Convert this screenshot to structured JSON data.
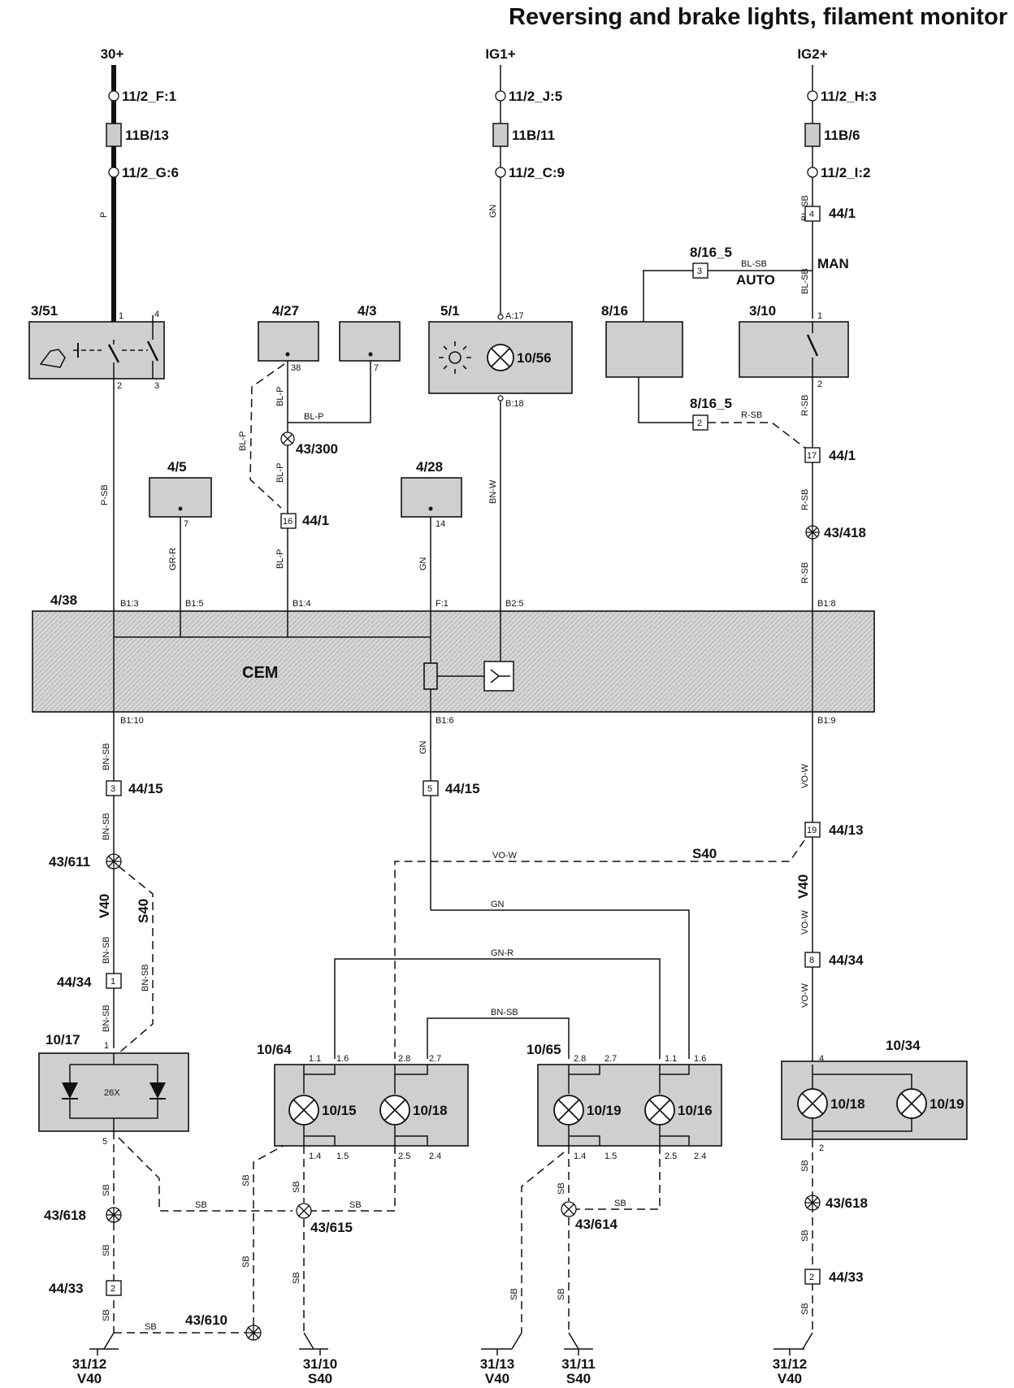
{
  "title": "Reversing and brake lights, filament monitor",
  "supplies": {
    "s30": "30+",
    "ig1": "IG1+",
    "ig2": "IG2+"
  },
  "terminals": {
    "t11_2_F1": "11/2_F:1",
    "t11B_13": "11B/13",
    "t11_2_G6": "11/2_G:6",
    "t11_2_J5": "11/2_J:5",
    "t11B_11": "11B/11",
    "t11_2_C9": "11/2_C:9",
    "t11_2_H3": "11/2_H:3",
    "t11B_6": "11B/6",
    "t11_2_I2": "11/2_I:2"
  },
  "components": {
    "c3_51": "3/51",
    "c4_27": "4/27",
    "c4_3": "4/3",
    "c5_1": "5/1",
    "c8_16": "8/16",
    "c3_10": "3/10",
    "c4_5": "4/5",
    "c4_28": "4/28",
    "c4_38": "4/38",
    "cem": "CEM",
    "c10_56": "10/56",
    "c10_17": "10/17",
    "c10_64": "10/64",
    "c10_65": "10/65",
    "c10_34": "10/34",
    "b10_15": "10/15",
    "b10_18": "10/18",
    "b10_19": "10/19",
    "b10_16": "10/16",
    "b10_18b": "10/18",
    "b10_19b": "10/19",
    "diode_label": "26X"
  },
  "connectors": {
    "k44_1a": "44/1",
    "k8_16_5a": "8/16_5",
    "k8_16_5b": "8/16_5",
    "k44_1b": "44/1",
    "k44_1c": "44/1",
    "k44_15a": "44/15",
    "k44_15b": "44/15",
    "k44_13": "44/13",
    "k44_34a": "44/34",
    "k44_34b": "44/34",
    "k44_33a": "44/33",
    "k44_33b": "44/33",
    "pin_4": "4",
    "pin_3": "3",
    "pin_2": "2",
    "pin_17": "17",
    "pin_16": "16",
    "pin_3b": "3",
    "pin_5": "5",
    "pin_19": "19",
    "pin_1": "1",
    "pin_8": "8",
    "pin_2b": "2",
    "pin_2c": "2"
  },
  "splices": {
    "s43_300": "43/300",
    "s43_418": "43/418",
    "s43_611": "43/611",
    "s43_618a": "43/618",
    "s43_615": "43/615",
    "s43_614": "43/614",
    "s43_610": "43/610",
    "s43_618b": "43/618"
  },
  "grounds": {
    "g31_12a": "31/12",
    "g31_12a_v": "V40",
    "g31_10": "31/10",
    "g31_10_v": "S40",
    "g31_13": "31/13",
    "g31_13_v": "V40",
    "g31_11": "31/11",
    "g31_11_v": "S40",
    "g31_12b": "31/12",
    "g31_12b_v": "V40"
  },
  "switch_labels": {
    "auto": "AUTO",
    "man": "MAN"
  },
  "variants": {
    "v40a": "V40",
    "s40a": "S40",
    "s40b": "S40",
    "v40b": "V40"
  },
  "wires": {
    "p": "P",
    "gn1": "GN",
    "blsb1": "BL-SB",
    "blsb2": "BL-SB",
    "blsb3": "BL-SB",
    "blp1": "BL-P",
    "blp2": "BL-P",
    "blp3": "BL-P",
    "blp4": "BL-P",
    "blp5": "BL-P",
    "psb": "P-SB",
    "grr": "GR-R",
    "gn2": "GN",
    "bnw": "BN-W",
    "rsb1": "R-SB",
    "rsb2": "R-SB",
    "rsb3": "R-SB",
    "rsb4": "R-SB",
    "bnsb1": "BN-SB",
    "bnsb2": "BN-SB",
    "bnsb3": "BN-SB",
    "bnsb4": "BN-SB",
    "bnsb5": "BN-SB",
    "gn3": "GN",
    "vow1": "VO-W",
    "vow2": "VO-W",
    "vow3": "VO-W",
    "vow4": "VO-W",
    "gn4": "GN",
    "gnr": "GN-R",
    "bnsb6": "BN-SB",
    "sb1": "SB",
    "sb2": "SB",
    "sb3": "SB",
    "sb4": "SB",
    "sb5": "SB",
    "sb6": "SB",
    "sb7": "SB",
    "sb8": "SB",
    "sb9": "SB",
    "sb10": "SB",
    "sb11": "SB",
    "sb12": "SB",
    "sb13": "SB",
    "sb14": "SB",
    "sb15": "SB",
    "sb16": "SB",
    "sb17": "SB"
  },
  "pins": {
    "p351_1": "1",
    "p351_4": "4",
    "p351_2": "2",
    "p351_3": "3",
    "p427_38": "38",
    "p43_7": "7",
    "p51_a17": "A:17",
    "p51_b18": "B:18",
    "p310_1": "1",
    "p310_2": "2",
    "p45_7": "7",
    "p428_14": "14",
    "b13": "B1:3",
    "b15": "B1:5",
    "b14": "B1:4",
    "f1": "F:1",
    "b25": "B2:5",
    "b18": "B1:8",
    "b110": "B1:10",
    "b16": "B1:6",
    "b19": "B1:9",
    "p1017_1": "1",
    "p1017_5": "5",
    "p1064_11": "1.1",
    "p1064_16": "1.6",
    "p1064_28": "2.8",
    "p1064_27": "2.7",
    "p1064_14": "1.4",
    "p1064_15": "1.5",
    "p1064_25": "2.5",
    "p1064_24": "2.4",
    "p1065_28": "2.8",
    "p1065_27": "2.7",
    "p1065_11": "1.1",
    "p1065_16": "1.6",
    "p1065_14": "1.4",
    "p1065_15": "1.5",
    "p1065_25": "2.5",
    "p1065_24": "2.4",
    "p1034_4": "4",
    "p1034_2": "2"
  },
  "colors": {
    "ink": "#111111",
    "fill": "#cfcfcf",
    "background": "#ffffff"
  }
}
